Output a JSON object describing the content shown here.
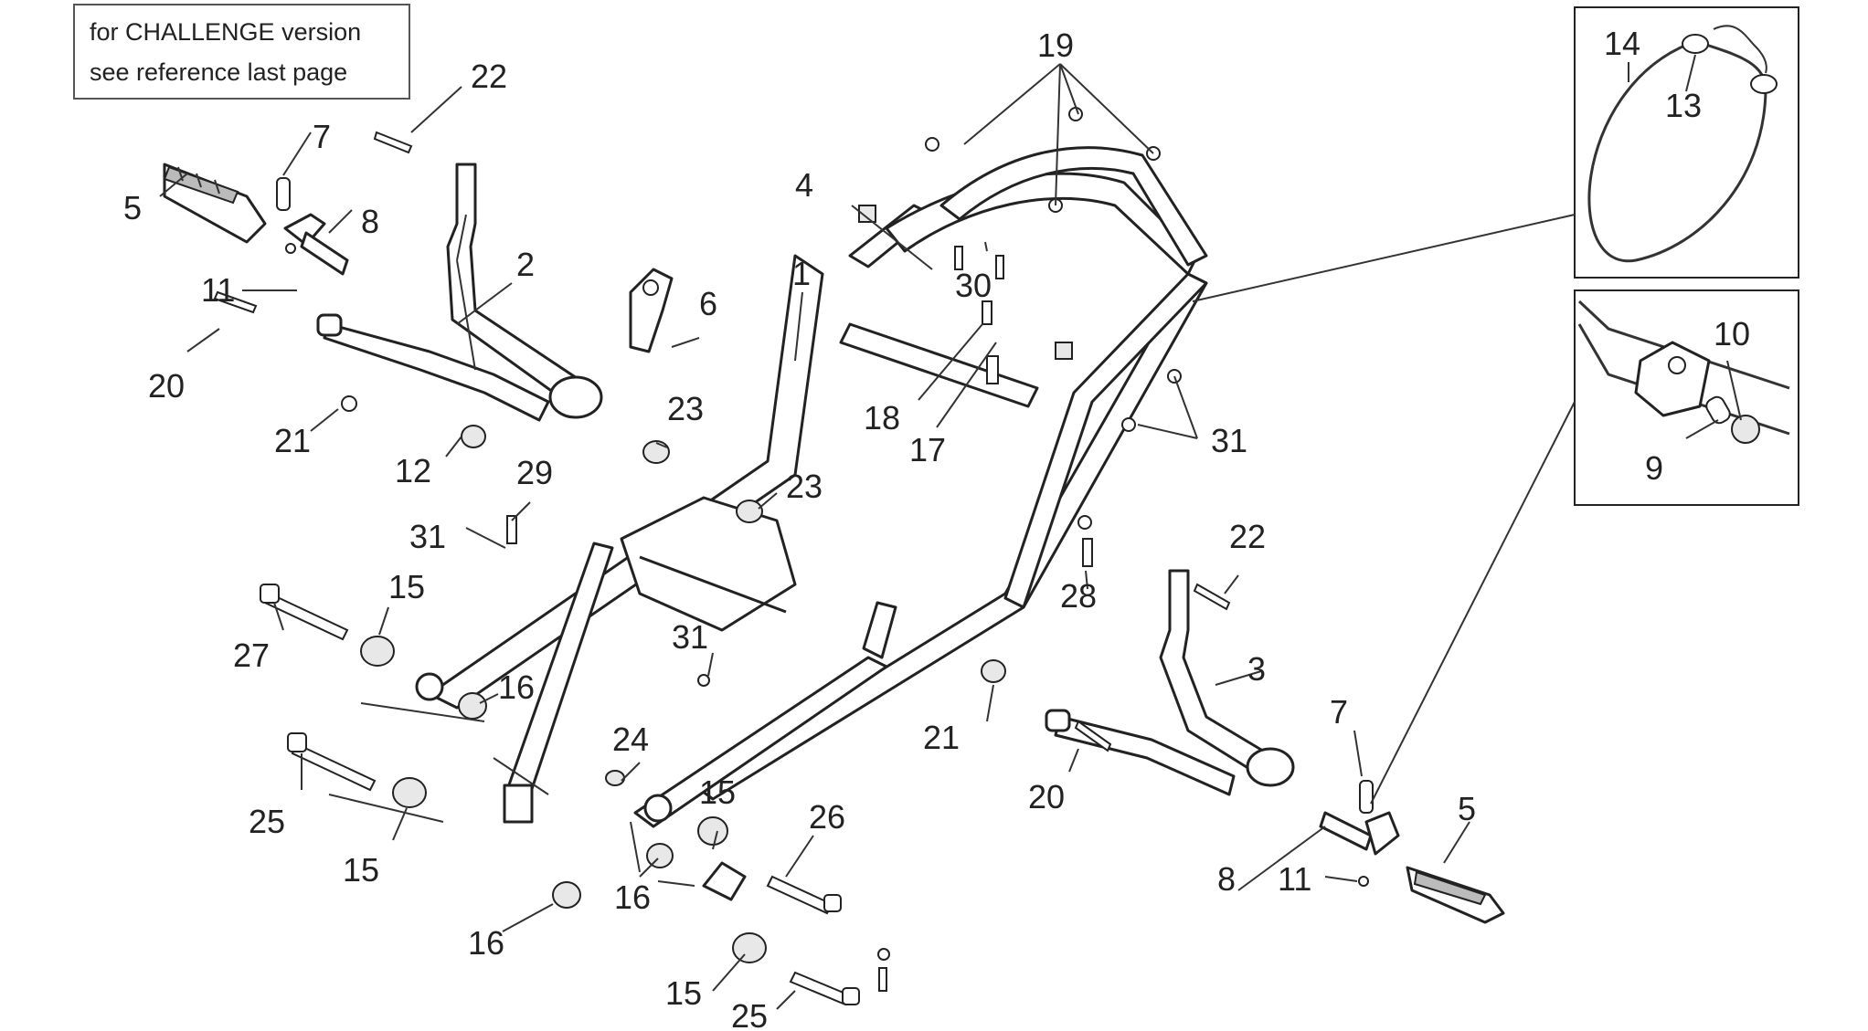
{
  "note": {
    "line1": "for CHALLENGE version",
    "line2": "see reference last page"
  },
  "callouts": {
    "c19": "19",
    "c22a": "22",
    "c7a": "7",
    "c8a": "8",
    "c5a": "5",
    "c11a": "11",
    "c2": "2",
    "c6": "6",
    "c1": "1",
    "c4": "4",
    "c30": "30",
    "c20a": "20",
    "c21a": "21",
    "c12": "12",
    "c23a": "23",
    "c18": "18",
    "c17": "17",
    "c31a": "31",
    "c29": "29",
    "c31b": "31",
    "c23b": "23",
    "c15a": "15",
    "c27": "27",
    "c16a": "16",
    "c31c": "31",
    "c22b": "22",
    "c28": "28",
    "c3": "3",
    "c24": "24",
    "c21b": "21",
    "c20b": "20",
    "c25a": "25",
    "c15b": "15",
    "c26": "26",
    "c7b": "7",
    "c5b": "5",
    "c15c": "15",
    "c16b": "16",
    "c8b": "8",
    "c11b": "11",
    "c16c": "16",
    "c15d": "15",
    "c25b": "25",
    "c14": "14",
    "c13": "13",
    "c10": "10",
    "c9": "9"
  }
}
